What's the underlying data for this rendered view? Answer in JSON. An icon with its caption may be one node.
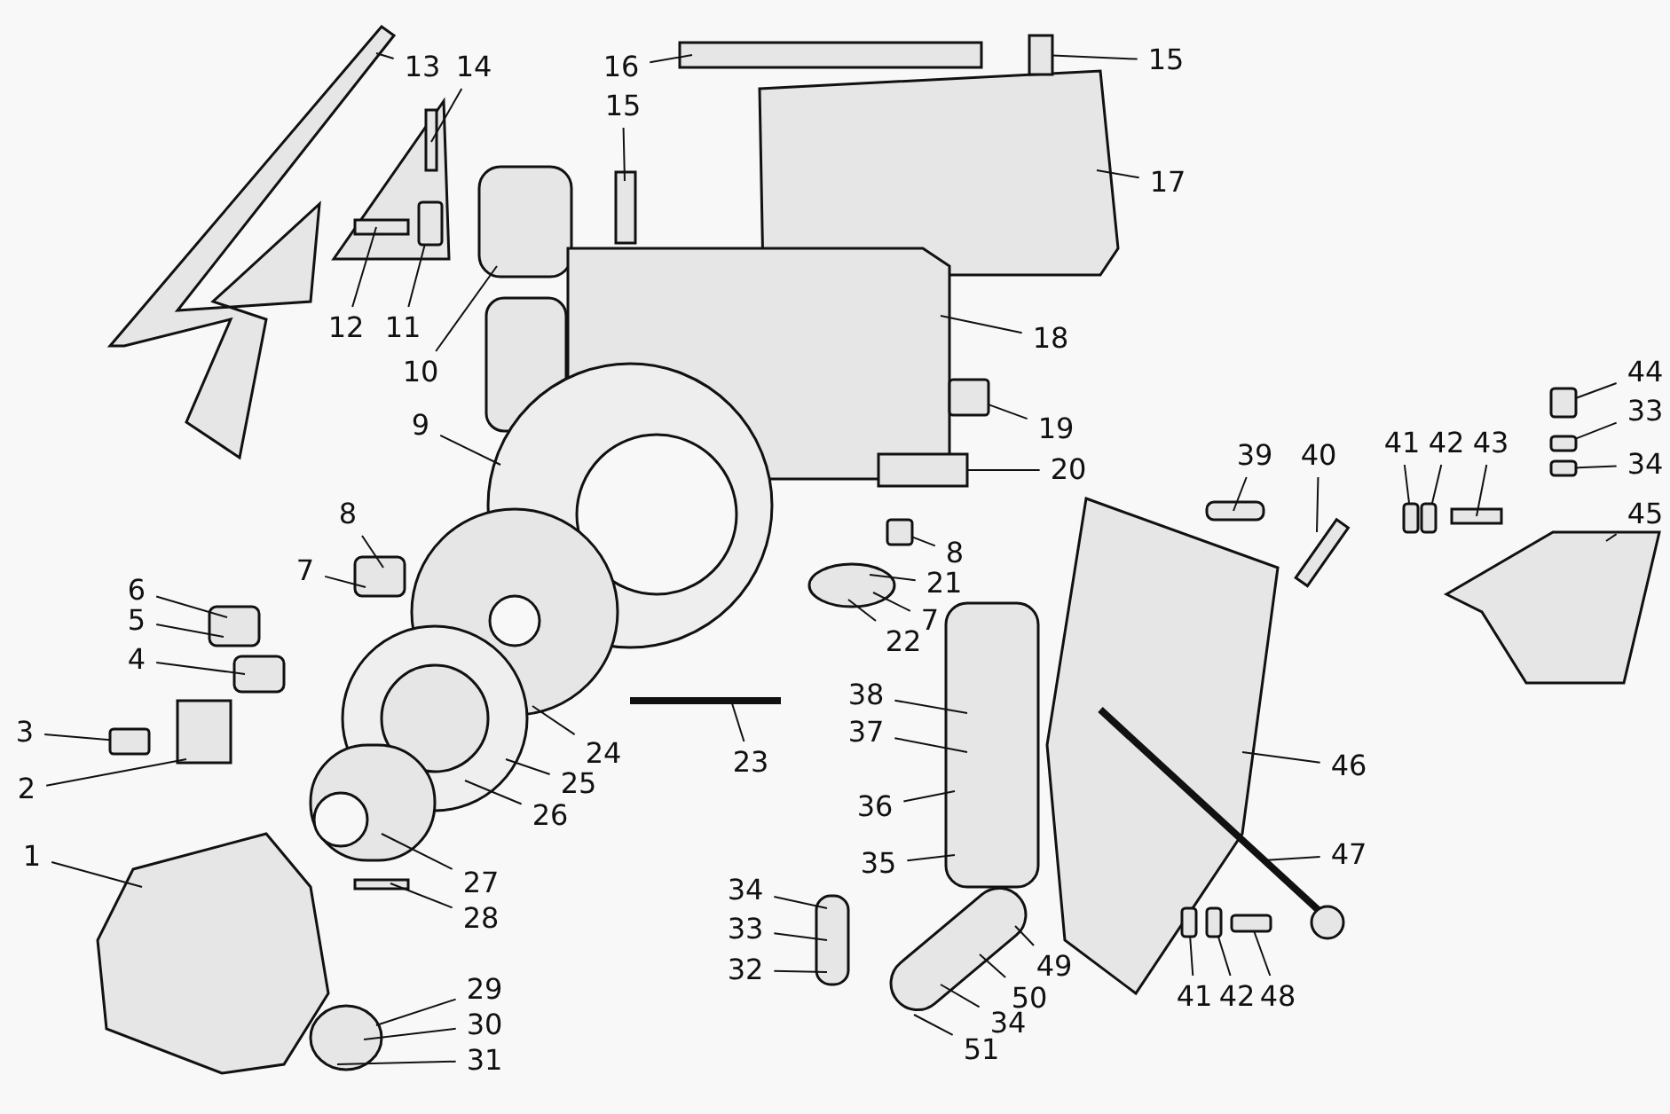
{
  "diagram": {
    "nodes": [
      {
        "text": [
          "13"
        ]
      },
      {
        "text": [
          "14"
        ]
      },
      {
        "text": [
          "16"
        ]
      },
      {
        "text": [
          "15"
        ]
      },
      {
        "text": [
          "15"
        ]
      },
      {
        "text": [
          "17"
        ]
      },
      {
        "text": [
          "12"
        ]
      },
      {
        "text": [
          "11"
        ]
      },
      {
        "text": [
          "10"
        ]
      },
      {
        "text": [
          "18"
        ]
      },
      {
        "text": [
          "9"
        ]
      },
      {
        "text": [
          "19"
        ]
      },
      {
        "text": [
          "20"
        ]
      },
      {
        "text": [
          "44"
        ]
      },
      {
        "text": [
          "33"
        ]
      },
      {
        "text": [
          "34"
        ]
      },
      {
        "text": [
          "45"
        ]
      },
      {
        "text": [
          "39"
        ]
      },
      {
        "text": [
          "40"
        ]
      },
      {
        "text": [
          "41"
        ]
      },
      {
        "text": [
          "42"
        ]
      },
      {
        "text": [
          "43"
        ]
      },
      {
        "text": [
          "8"
        ]
      },
      {
        "text": [
          "7"
        ]
      },
      {
        "text": [
          "8"
        ]
      },
      {
        "text": [
          "21"
        ]
      },
      {
        "text": [
          "7"
        ]
      },
      {
        "text": [
          "22"
        ]
      },
      {
        "text": [
          "6"
        ]
      },
      {
        "text": [
          "5"
        ]
      },
      {
        "text": [
          "4"
        ]
      },
      {
        "text": [
          "3"
        ]
      },
      {
        "text": [
          "2"
        ]
      },
      {
        "text": [
          "23"
        ]
      },
      {
        "text": [
          "24"
        ]
      },
      {
        "text": [
          "25"
        ]
      },
      {
        "text": [
          "26"
        ]
      },
      {
        "text": [
          "38"
        ]
      },
      {
        "text": [
          "37"
        ]
      },
      {
        "text": [
          "36"
        ]
      },
      {
        "text": [
          "46"
        ]
      },
      {
        "text": [
          "35"
        ]
      },
      {
        "text": [
          "47"
        ]
      },
      {
        "text": [
          "1"
        ]
      },
      {
        "text": [
          "27"
        ]
      },
      {
        "text": [
          "28"
        ]
      },
      {
        "text": [
          "34"
        ]
      },
      {
        "text": [
          "33"
        ]
      },
      {
        "text": [
          "32"
        ]
      },
      {
        "text": [
          "29"
        ]
      },
      {
        "text": [
          "30"
        ]
      },
      {
        "text": [
          "31"
        ]
      },
      {
        "text": [
          "49"
        ]
      },
      {
        "text": [
          "50"
        ]
      },
      {
        "text": [
          "34"
        ]
      },
      {
        "text": [
          "51"
        ]
      },
      {
        "text": [
          "41"
        ]
      },
      {
        "text": [
          "42"
        ]
      },
      {
        "text": [
          "48"
        ]
      },
      {
        "text": [],
        "shape": "bar"
      },
      {
        "text": [],
        "shape": "box"
      },
      {
        "text": [],
        "shape": "box"
      },
      {
        "text": [],
        "shape": "box"
      },
      {
        "text": [],
        "shape": "box"
      },
      {
        "text": [],
        "shape": "box"
      },
      {
        "text": [],
        "shape": "box"
      },
      {
        "text": [],
        "shape": "box"
      },
      {
        "text": [],
        "shape": "box"
      },
      {
        "text": [],
        "shape": "box"
      },
      {
        "text": [],
        "shape": "box"
      },
      {
        "text": [],
        "shape": "box"
      },
      {
        "text": [],
        "shape": "box"
      },
      {
        "text": [],
        "shape": "bar"
      }
    ],
    "edges": [
      {
        "from": 0,
        "to": null,
        "arrow": "none"
      },
      {
        "from": 1,
        "to": null,
        "arrow": "none"
      },
      {
        "from": 2,
        "to": null,
        "arrow": "none"
      },
      {
        "from": 3,
        "to": 59,
        "arrow": "none"
      },
      {
        "from": 4,
        "to": null,
        "arrow": "none"
      },
      {
        "from": 5,
        "to": null,
        "arrow": "none"
      },
      {
        "from": 6,
        "to": null,
        "arrow": "none"
      },
      {
        "from": 7,
        "to": 60,
        "arrow": "none"
      },
      {
        "from": 8,
        "to": null,
        "arrow": "none"
      },
      {
        "from": 9,
        "to": null,
        "arrow": "none"
      },
      {
        "from": 10,
        "to": null,
        "arrow": "none"
      },
      {
        "from": 11,
        "to": 61,
        "arrow": "none"
      },
      {
        "from": 12,
        "to": 72,
        "arrow": "none"
      },
      {
        "from": 13,
        "to": 62,
        "arrow": "none"
      },
      {
        "from": 14,
        "to": 63,
        "arrow": "none"
      },
      {
        "from": 15,
        "to": 64,
        "arrow": "none"
      },
      {
        "from": 16,
        "to": null,
        "arrow": "none"
      },
      {
        "from": 17,
        "to": null,
        "arrow": "none"
      },
      {
        "from": 18,
        "to": null,
        "arrow": "none"
      },
      {
        "from": 19,
        "to": 65,
        "arrow": "none"
      },
      {
        "from": 20,
        "to": 66,
        "arrow": "none"
      },
      {
        "from": 21,
        "to": null,
        "arrow": "none"
      },
      {
        "from": 22,
        "to": null,
        "arrow": "none"
      },
      {
        "from": 23,
        "to": null,
        "arrow": "none"
      },
      {
        "from": 24,
        "to": 67,
        "arrow": "none"
      },
      {
        "from": 25,
        "to": null,
        "arrow": "none"
      },
      {
        "from": 26,
        "to": null,
        "arrow": "none"
      },
      {
        "from": 27,
        "to": null,
        "arrow": "none"
      },
      {
        "from": 28,
        "to": null,
        "arrow": "none"
      },
      {
        "from": 29,
        "to": null,
        "arrow": "none"
      },
      {
        "from": 30,
        "to": null,
        "arrow": "none"
      },
      {
        "from": 31,
        "to": 68,
        "arrow": "none"
      },
      {
        "from": 32,
        "to": null,
        "arrow": "none"
      },
      {
        "from": 33,
        "to": null,
        "arrow": "none"
      },
      {
        "from": 34,
        "to": null,
        "arrow": "none"
      },
      {
        "from": 35,
        "to": null,
        "arrow": "none"
      },
      {
        "from": 36,
        "to": null,
        "arrow": "none"
      },
      {
        "from": 37,
        "to": null,
        "arrow": "none"
      },
      {
        "from": 38,
        "to": null,
        "arrow": "none"
      },
      {
        "from": 39,
        "to": null,
        "arrow": "none"
      },
      {
        "from": 40,
        "to": null,
        "arrow": "none"
      },
      {
        "from": 41,
        "to": null,
        "arrow": "none"
      },
      {
        "from": 42,
        "to": null,
        "arrow": "none"
      },
      {
        "from": 43,
        "to": null,
        "arrow": "none"
      },
      {
        "from": 44,
        "to": null,
        "arrow": "none"
      },
      {
        "from": 45,
        "to": null,
        "arrow": "none"
      },
      {
        "from": 46,
        "to": null,
        "arrow": "none"
      },
      {
        "from": 47,
        "to": null,
        "arrow": "none"
      },
      {
        "from": 48,
        "to": null,
        "arrow": "none"
      },
      {
        "from": 49,
        "to": null,
        "arrow": "none"
      },
      {
        "from": 50,
        "to": null,
        "arrow": "none"
      },
      {
        "from": 51,
        "to": null,
        "arrow": "none"
      },
      {
        "from": 52,
        "to": null,
        "arrow": "none"
      },
      {
        "from": 53,
        "to": null,
        "arrow": "none"
      },
      {
        "from": 54,
        "to": null,
        "arrow": "none"
      },
      {
        "from": 55,
        "to": null,
        "arrow": "none"
      },
      {
        "from": 56,
        "to": 69,
        "arrow": "none"
      },
      {
        "from": 57,
        "to": 70,
        "arrow": "none"
      },
      {
        "from": 58,
        "to": 71,
        "arrow": "none"
      }
    ]
  }
}
